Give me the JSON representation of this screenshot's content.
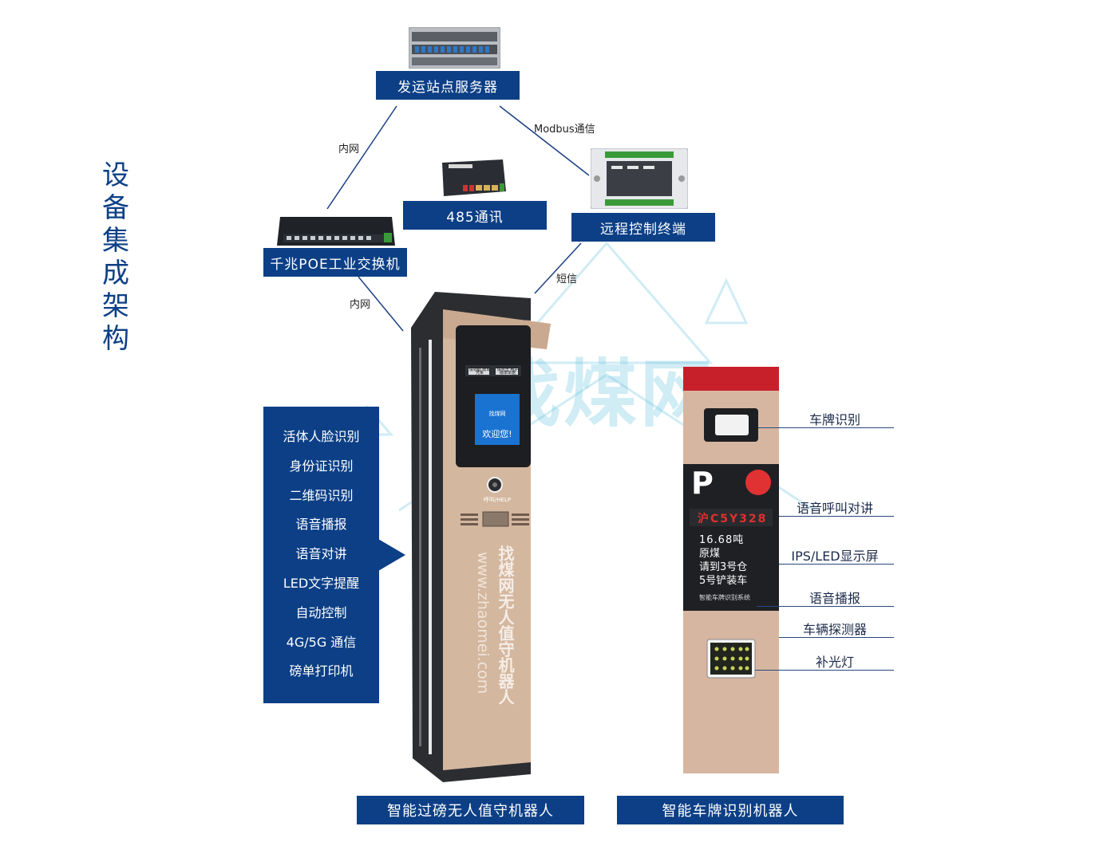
{
  "title": "设备集成架构",
  "watermark": "找煤网",
  "nodes": {
    "server": "发运站点服务器",
    "rs485": "485通讯",
    "remote_terminal": "远程控制终端",
    "poe_switch": "千兆POE工业交换机",
    "weigh_robot": "智能过磅无人值守机器人",
    "plate_robot": "智能车牌识别机器人"
  },
  "links": {
    "intranet_top": "内网",
    "modbus": "Modbus通信",
    "sms": "短信",
    "intranet_bottom": "内网"
  },
  "features": [
    "活体人脸识别",
    "身份证识别",
    "二维码识别",
    "语音播报",
    "语音对讲",
    "LED文字提醒",
    "自动控制",
    "4G/5G 通信",
    "磅单打印机"
  ],
  "plate_features": [
    "车牌识别",
    "语音呼叫对讲",
    "IPS/LED显示屏",
    "语音播报",
    "车辆探测器",
    "补光灯"
  ],
  "kiosk": {
    "vertical_brand": "找煤网无人值守机器人",
    "vertical_url": "www.zhaomei.com",
    "screen_brand": "找煤网",
    "screen_welcome": "欢迎您!",
    "help": "呼叫/HELP",
    "btn_left": "请领取 磅单凭条",
    "btn_right": "请点击 电子磅单单据"
  },
  "display": {
    "plate": "沪C5Y328",
    "lines": [
      "16.68吨",
      "原煤",
      "请到3号仓",
      "5号铲装车"
    ],
    "footer": "智能车牌识别系统",
    "p_sign": "P"
  },
  "colors": {
    "label_bg": "#0c3f86",
    "kiosk_gold": "#d4b79f",
    "post_red": "#c8202a"
  }
}
